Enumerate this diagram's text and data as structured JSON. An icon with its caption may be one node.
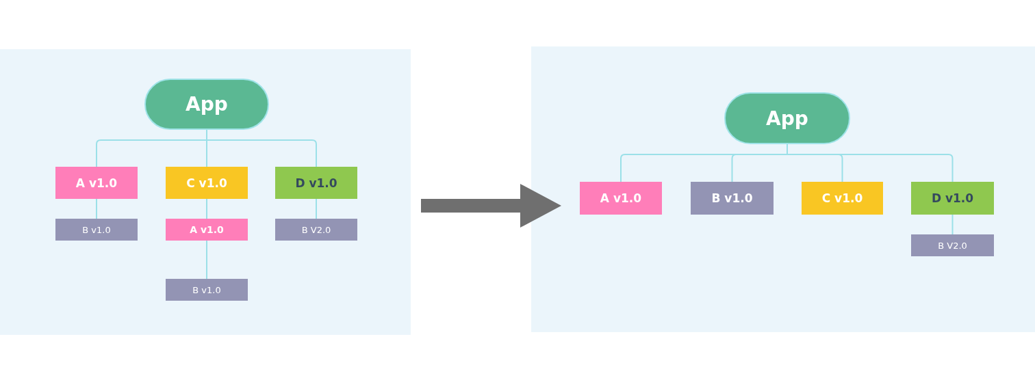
{
  "diagram": {
    "nodes": [
      {
        "text": [],
        "shape": "box"
      },
      {
        "text": [
          "App"
        ],
        "in": 0
      },
      {
        "text": [
          "A v1.0"
        ],
        "in": 0
      },
      {
        "text": [
          "C v1.0"
        ],
        "in": 0
      },
      {
        "text": [
          "D v1.0"
        ],
        "in": 0
      },
      {
        "text": [
          "B v1.0"
        ],
        "in": 0
      },
      {
        "text": [
          "A v1.0"
        ],
        "in": 0
      },
      {
        "text": [
          "B V2.0"
        ],
        "in": 0
      },
      {
        "text": [
          "B v1.0"
        ],
        "in": 0
      },
      {
        "text": [],
        "shape": "box"
      },
      {
        "text": [
          "App"
        ],
        "in": 9
      },
      {
        "text": [
          "A v1.0"
        ],
        "in": 9
      },
      {
        "text": [
          "B v1.0"
        ],
        "in": 9
      },
      {
        "text": [
          "C v1.0"
        ],
        "in": 9
      },
      {
        "text": [
          "D v1.0"
        ],
        "in": 9
      },
      {
        "text": [
          "B V2.0"
        ],
        "in": 9
      }
    ],
    "edges": [
      {
        "from": 1,
        "to": 2,
        "arrow": "none"
      },
      {
        "from": 1,
        "to": 3,
        "arrow": "none"
      },
      {
        "from": 1,
        "to": 4,
        "arrow": "none"
      },
      {
        "from": 2,
        "to": 5,
        "arrow": "none"
      },
      {
        "from": 3,
        "to": 6,
        "arrow": "none"
      },
      {
        "from": 4,
        "to": 7,
        "arrow": "none"
      },
      {
        "from": 6,
        "to": 8,
        "arrow": "none"
      },
      {
        "from": 0,
        "to": 9,
        "arrow": "to",
        "style": "thick",
        "color": "#6f6f6f"
      },
      {
        "from": 10,
        "to": 11,
        "arrow": "none"
      },
      {
        "from": 10,
        "to": 12,
        "arrow": "none"
      },
      {
        "from": 10,
        "to": 13,
        "arrow": "none"
      },
      {
        "from": 10,
        "to": 14,
        "arrow": "none"
      },
      {
        "from": 14,
        "to": 15,
        "arrow": "none"
      }
    ]
  }
}
